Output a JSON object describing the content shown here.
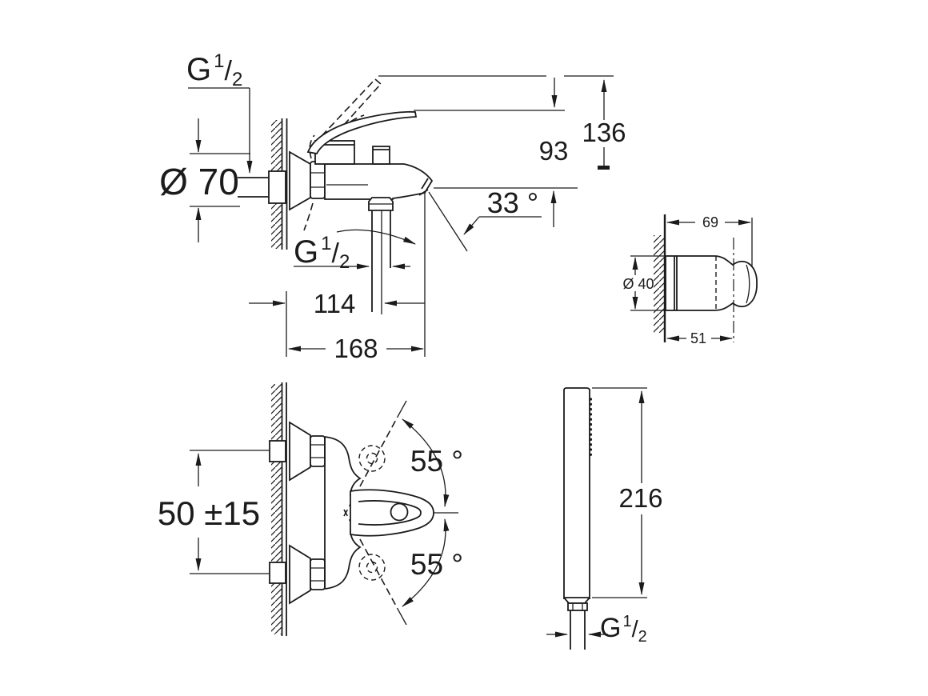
{
  "drawing": {
    "description": "bath-shower mixer installation dimension drawing",
    "ink_color": "#1b1b1b",
    "background_color": "#ffffff"
  },
  "side": {
    "g_top": {
      "base": "G",
      "sup": "1",
      "slash": "/",
      "sub": "2"
    },
    "dia": "Ø 70",
    "h93": "93",
    "h136": "136",
    "angle33": "33 °",
    "g_mid": {
      "base": "G",
      "sup": "1",
      "slash": "/",
      "sub": "2"
    },
    "d114": "114",
    "d168": "168"
  },
  "front": {
    "spacing": "50 ±15",
    "a55_up": "55 °",
    "a55_dn": "55 °"
  },
  "holder": {
    "w69": "69",
    "dia40": "Ø 40",
    "d51": "51"
  },
  "shower": {
    "len216": "216",
    "g_low": {
      "base": "G",
      "sup": "1",
      "slash": "/",
      "sub": "2"
    }
  }
}
